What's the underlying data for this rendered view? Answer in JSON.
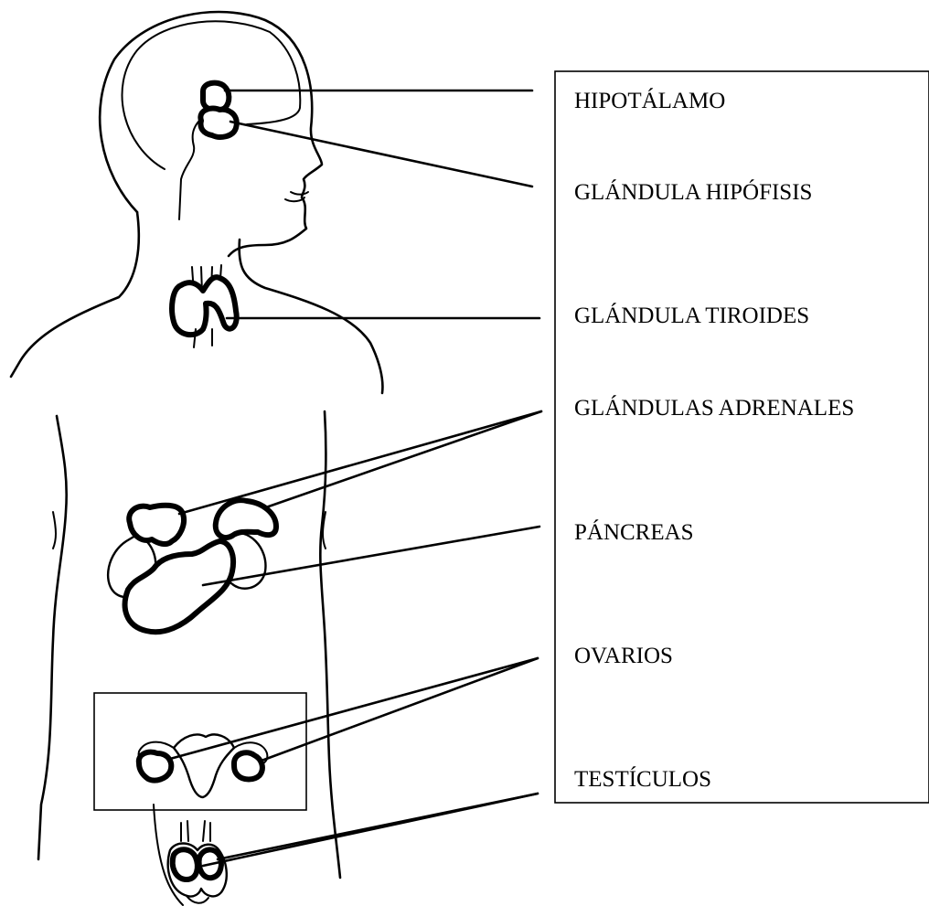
{
  "labels": {
    "hipotalamo": "HIPOTÁLAMO",
    "hipofisis": "GLÁNDULA HIPÓFISIS",
    "tiroides": "GLÁNDULA TIROIDES",
    "adrenales": "GLÁNDULAS ADRENALES",
    "pancreas": "PÁNCREAS",
    "ovarios": "OVARIOS",
    "testiculos": "TESTÍCULOS"
  }
}
